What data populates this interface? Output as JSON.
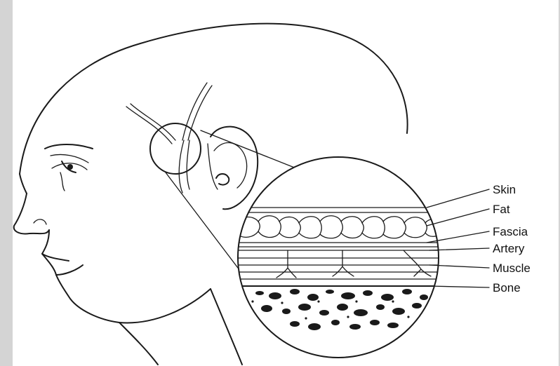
{
  "labels": {
    "skin": "Skin",
    "fat": "Fat",
    "fascia": "Fascia",
    "artery": "Artery",
    "muscle": "Muscle",
    "bone": "Bone"
  },
  "colors": {
    "background": "#d4d4d4",
    "paper": "#ffffff",
    "ink": "#1a1a1a"
  }
}
